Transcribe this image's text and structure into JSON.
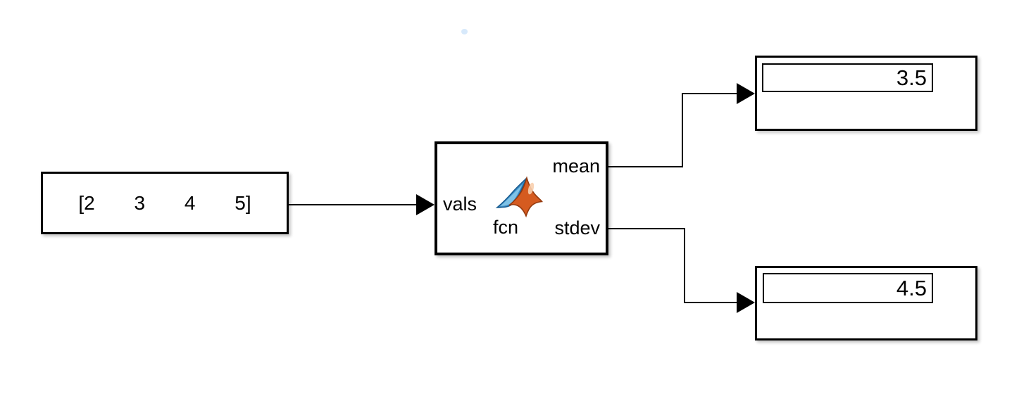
{
  "blocks": {
    "constant": {
      "value": "[2 3 4 5]"
    },
    "matlab_function": {
      "label": "fcn",
      "input_ports": [
        {
          "name": "vals"
        }
      ],
      "output_ports": [
        {
          "name": "mean"
        },
        {
          "name": "stdev"
        }
      ]
    },
    "display_mean": {
      "value": "3.5"
    },
    "display_stdev": {
      "value": "4.5"
    }
  },
  "icons": {
    "matlab_logo": "matlab-membrane-logo"
  },
  "colors": {
    "canvas": "#ffffff",
    "block_fill": "#ffffff",
    "block_border": "#000000",
    "wire": "#000000",
    "artifact_dot": "#d7e9fb",
    "logo_orange": "#d55b20",
    "logo_orange_dark": "#953a0e",
    "logo_orange_highlight": "#f8cfae",
    "logo_blue": "#3a8cc5",
    "logo_blue_dark": "#1a5c90",
    "logo_blue_light": "#7fc2e6"
  }
}
